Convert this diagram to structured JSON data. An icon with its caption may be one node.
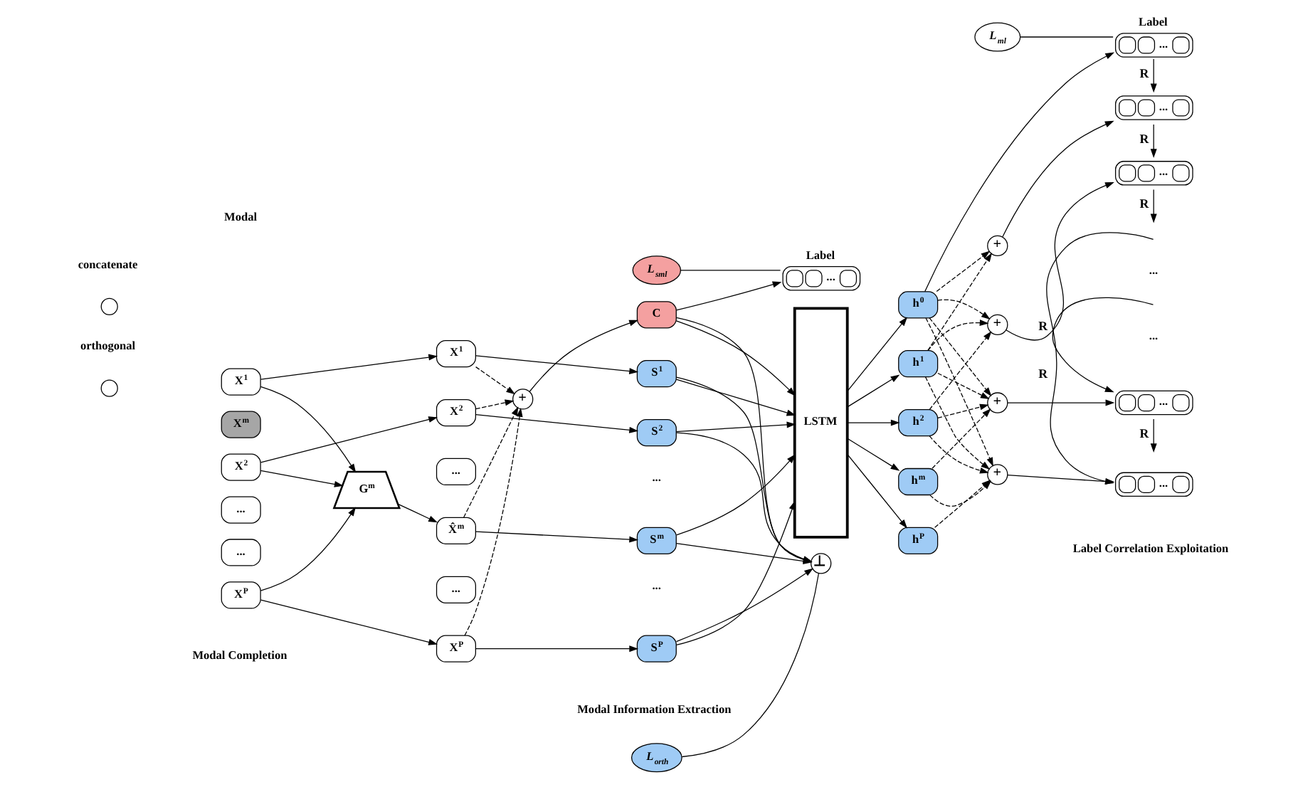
{
  "diagram": {
    "nodes": [
      {
        "text": [
          "X$^{1}$"
        ]
      },
      {
        "text": [
          "X$^{2}$"
        ]
      },
      {
        "text": [
          "..."
        ]
      },
      {
        "text": [
          "X$^{m}$"
        ]
      },
      {
        "text": [
          "..."
        ]
      },
      {
        "text": [
          "X$^{P}$"
        ]
      },
      {
        "text": [
          "G$^{m}$"
        ]
      },
      {
        "text": [
          "X$^{1}$"
        ]
      },
      {
        "text": [
          "X$^{2}$"
        ]
      },
      {
        "text": [
          "..."
        ]
      },
      {
        "text": [
          "X̂$^{m}$"
        ]
      },
      {
        "text": [
          "..."
        ]
      },
      {
        "text": [
          "X$^{P}$"
        ]
      },
      {
        "text": [
          "+"
        ]
      },
      {
        "text": [
          "C"
        ]
      },
      {
        "text": [
          "Label",
          "..."
        ]
      },
      {
        "text": [
          "L$_{sml}$"
        ]
      },
      {
        "text": [
          "⊥"
        ]
      },
      {
        "text": [
          "L$_{orth}$"
        ]
      },
      {
        "text": [
          "S$^{1}$"
        ]
      },
      {
        "text": [
          "S$^{2}$"
        ]
      },
      {
        "text": [
          "S$^{m}$"
        ]
      },
      {
        "text": [
          "S$^{P}$"
        ]
      },
      {
        "text": [
          "LSTM"
        ]
      },
      {
        "text": [
          "h$^{0}$"
        ]
      },
      {
        "text": [
          "h$^{1}$"
        ]
      },
      {
        "text": [
          "h$^{2}$"
        ]
      },
      {
        "text": [
          "h$^{m}$"
        ]
      },
      {
        "text": [
          "h$^{P}$"
        ]
      },
      {
        "text": [
          "+"
        ]
      },
      {
        "text": [
          "+"
        ]
      },
      {
        "text": [
          "+"
        ]
      },
      {
        "text": [
          "+"
        ]
      },
      {
        "text": [
          "Label",
          "..."
        ]
      },
      {
        "text": [
          "L$_{ml}$"
        ]
      },
      {
        "text": [
          "..."
        ]
      },
      {
        "text": [
          "..."
        ]
      },
      {
        "text": [
          "..."
        ]
      },
      {
        "text": [
          "..."
        ]
      }
    ],
    "edges": [
      {
        "from": 0,
        "to": 7,
        "arrow": "to"
      },
      {
        "from": 1,
        "to": 8,
        "arrow": "to"
      },
      {
        "from": 5,
        "to": 12,
        "arrow": "to"
      },
      {
        "from": 0,
        "to": 6,
        "arrow": "to"
      },
      {
        "from": 1,
        "to": 6,
        "arrow": "to"
      },
      {
        "from": 5,
        "to": 6,
        "arrow": "to"
      },
      {
        "from": 6,
        "to": 10,
        "arrow": "to"
      },
      {
        "from": 7,
        "to": 13,
        "arrow": "to",
        "style": "dashed"
      },
      {
        "from": 8,
        "to": 13,
        "arrow": "to",
        "style": "dashed"
      },
      {
        "from": 10,
        "to": 13,
        "arrow": "to",
        "style": "dashed"
      },
      {
        "from": 12,
        "to": 13,
        "arrow": "to",
        "style": "dashed"
      },
      {
        "from": 7,
        "to": 19,
        "arrow": "to"
      },
      {
        "from": 8,
        "to": 20,
        "arrow": "to"
      },
      {
        "from": 10,
        "to": 21,
        "arrow": "to"
      },
      {
        "from": 12,
        "to": 22,
        "arrow": "to"
      },
      {
        "from": 13,
        "to": 14,
        "arrow": "to"
      },
      {
        "from": 14,
        "to": 15,
        "arrow": "to"
      },
      {
        "from": 16,
        "to": 15,
        "arrow": "none"
      },
      {
        "from": 18,
        "to": 17,
        "arrow": "none"
      },
      {
        "from": 14,
        "to": 17,
        "arrow": "to"
      },
      {
        "from": 19,
        "to": 17,
        "arrow": "to"
      },
      {
        "from": 20,
        "to": 17,
        "arrow": "to"
      },
      {
        "from": 21,
        "to": 17,
        "arrow": "to"
      },
      {
        "from": 22,
        "to": 17,
        "arrow": "to"
      },
      {
        "from": 14,
        "to": 23,
        "arrow": "to"
      },
      {
        "from": 19,
        "to": 23,
        "arrow": "to"
      },
      {
        "from": 20,
        "to": 23,
        "arrow": "to"
      },
      {
        "from": 21,
        "to": 23,
        "arrow": "to"
      },
      {
        "from": 22,
        "to": 23,
        "arrow": "to"
      },
      {
        "from": 23,
        "to": 24,
        "arrow": "to"
      },
      {
        "from": 23,
        "to": 25,
        "arrow": "to"
      },
      {
        "from": 23,
        "to": 26,
        "arrow": "to"
      },
      {
        "from": 23,
        "to": 27,
        "arrow": "to"
      },
      {
        "from": 23,
        "to": 28,
        "arrow": "to"
      },
      {
        "from": 24,
        "to": 33,
        "arrow": "to"
      },
      {
        "from": 34,
        "to": 33,
        "arrow": "none"
      },
      {
        "from": 24,
        "to": 29,
        "arrow": "to",
        "style": "dashed"
      },
      {
        "from": 24,
        "to": 30,
        "arrow": "to",
        "style": "dashed"
      },
      {
        "from": 24,
        "to": 31,
        "arrow": "to",
        "style": "dashed"
      },
      {
        "from": 24,
        "to": 32,
        "arrow": "to",
        "style": "dashed"
      },
      {
        "from": 25,
        "to": 29,
        "arrow": "to",
        "style": "dashed"
      },
      {
        "from": 25,
        "to": 30,
        "arrow": "to",
        "style": "dashed"
      },
      {
        "from": 25,
        "to": 31,
        "arrow": "to",
        "style": "dashed"
      },
      {
        "from": 25,
        "to": 32,
        "arrow": "to",
        "style": "dashed"
      },
      {
        "from": 26,
        "to": 30,
        "arrow": "to",
        "style": "dashed"
      },
      {
        "from": 26,
        "to": 31,
        "arrow": "to",
        "style": "dashed"
      },
      {
        "from": 26,
        "to": 32,
        "arrow": "to",
        "style": "dashed"
      },
      {
        "from": 27,
        "to": 31,
        "arrow": "to",
        "style": "dashed"
      },
      {
        "from": 27,
        "to": 32,
        "arrow": "to",
        "style": "dashed"
      },
      {
        "from": 28,
        "to": 32,
        "arrow": "to",
        "style": "dashed"
      },
      {
        "from": 29,
        "to": 35,
        "arrow": "to"
      },
      {
        "from": 30,
        "to": 36,
        "arrow": "to"
      },
      {
        "from": 31,
        "to": 37,
        "arrow": "to"
      },
      {
        "from": 32,
        "to": 38,
        "arrow": "to"
      },
      {
        "from": 33,
        "to": 35,
        "arrow": "to",
        "label": "R"
      },
      {
        "from": 35,
        "to": 36,
        "arrow": "to",
        "label": "R"
      },
      {
        "from": 36,
        "to": null,
        "arrow": "to",
        "label": "R"
      },
      {
        "from": null,
        "to": 37,
        "arrow": "to",
        "label": "R"
      },
      {
        "from": 37,
        "to": null,
        "arrow": "to",
        "label": "R"
      },
      {
        "from": null,
        "to": 38,
        "arrow": "to",
        "label": "R"
      }
    ],
    "labels": [
      "Modal",
      "...",
      "...",
      "...",
      "...",
      "Modal Completion",
      "Modal Information Extraction",
      "Label Correlation Exploitation"
    ],
    "legend": [
      {
        "text": "concatenate"
      },
      {
        "text": "orthogonal"
      }
    ]
  }
}
